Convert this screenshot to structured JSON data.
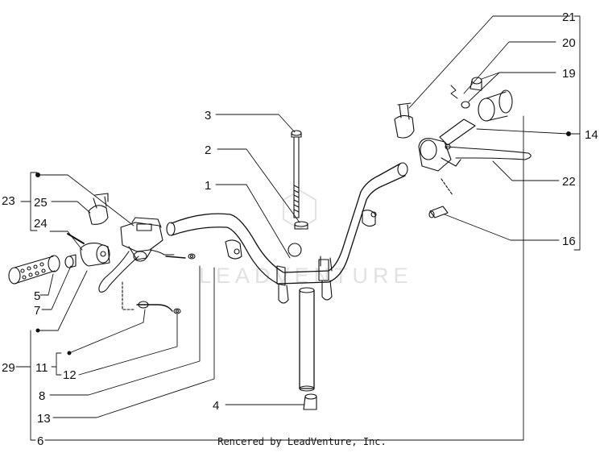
{
  "watermark": {
    "text": "LEADVENTURE"
  },
  "callouts": {
    "c1": "1",
    "c2": "2",
    "c3": "3",
    "c4": "4",
    "c5": "5",
    "c6": "6",
    "c7": "7",
    "c8": "8",
    "c11": "11",
    "c12": "12",
    "c13": "13",
    "c14": "14",
    "c16": "16",
    "c19": "19",
    "c20": "20",
    "c21": "21",
    "c22": "22",
    "c23": "23",
    "c24": "24",
    "c25": "25",
    "c29": "29"
  },
  "footer": {
    "text": "Rencered by LeadVenture, Inc."
  }
}
